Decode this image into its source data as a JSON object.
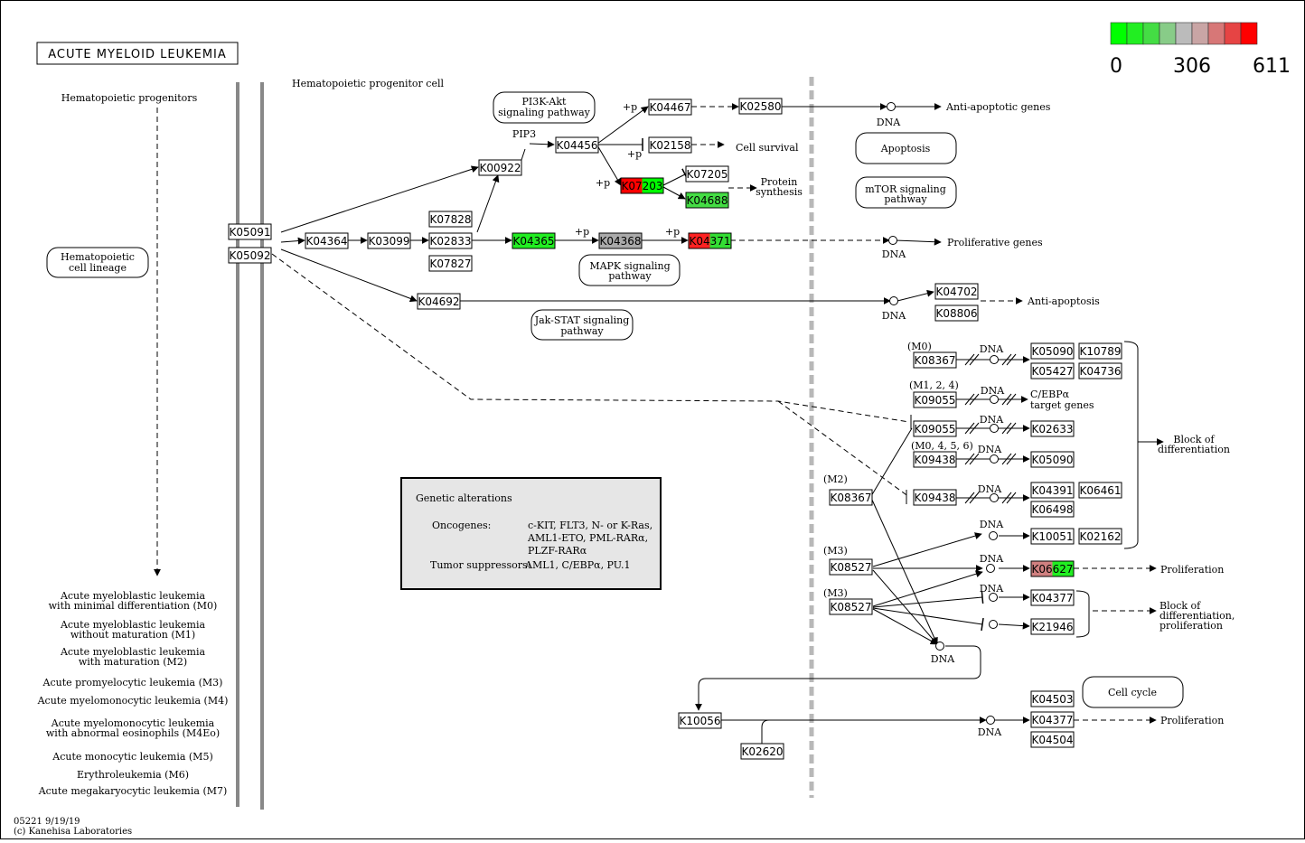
{
  "title": "ACUTE MYELOID LEUKEMIA",
  "legend": {
    "ticks": [
      "0",
      "306",
      "611"
    ],
    "colors": [
      "#00ff00",
      "#22ee22",
      "#44dd44",
      "#88cc88",
      "#bbbbbb",
      "#c9a5a5",
      "#d77777",
      "#e64444",
      "#ff0000"
    ]
  },
  "footer": {
    "code": "05221 9/19/19",
    "copyright": "(c) Kanehisa Laboratories"
  },
  "labels": {
    "hemato_progenitors": "Hematopoietic progenitors",
    "hemato_progenitor_cell": "Hematopoietic progenitor cell",
    "pip3": "PIP3",
    "p1": "+p",
    "p2": "+p",
    "p3": "+p",
    "p4": "+p",
    "p5": "+p",
    "cell_survival": "Cell survival",
    "protein_synthesis_1": "Protein",
    "protein_synthesis_2": "synthesis",
    "anti_apoptotic": "Anti-apoptotic genes",
    "proliferative": "Proliferative genes",
    "anti_apoptosis": "Anti-apoptosis",
    "dna1": "DNA",
    "dna2": "DNA",
    "dna3": "DNA",
    "dna4": "DNA",
    "dna5": "DNA",
    "dna6": "DNA",
    "dna7": "DNA",
    "dna8": "DNA",
    "dna9": "DNA",
    "dna10": "DNA",
    "dna11": "DNA",
    "dna12": "DNA",
    "dna13": "DNA",
    "m0": "(M0)",
    "m12_4": "(M1, 2, 4)",
    "m0456": "(M0, 4, 5, 6)",
    "m2": "(M2)",
    "m3a": "(M3)",
    "m3b": "(M3)",
    "cebpa_1": "C/EBPα",
    "cebpa_2": "target genes",
    "block_diff_1": "Block of",
    "block_diff_2": "differentiation",
    "block_diff_prolif_1": "Block of",
    "block_diff_prolif_2": "differentiation,",
    "block_diff_prolif_3": "proliferation",
    "proliferation1": "Proliferation",
    "proliferation2": "Proliferation"
  },
  "pathways": {
    "pi3k_1": "PI3K-Akt",
    "pi3k_2": "signaling pathway",
    "apoptosis": "Apoptosis",
    "mtor_1": "mTOR signaling",
    "mtor_2": "pathway",
    "mapk_1": "MAPK signaling",
    "mapk_2": "pathway",
    "jakstat_1": "Jak-STAT signaling",
    "jakstat_2": "pathway",
    "hemato_lineage_1": "Hematopoietic",
    "hemato_lineage_2": "cell lineage",
    "cell_cycle": "Cell cycle"
  },
  "genes": {
    "K05091": "K05091",
    "K05092": "K05092",
    "K04364": "K04364",
    "K03099": "K03099",
    "K02833": "K02833",
    "K07828": "K07828",
    "K07827": "K07827",
    "K00922": "K00922",
    "K04456": "K04456",
    "K04467": "K04467",
    "K02580": "K02580",
    "K02158": "K02158",
    "K07203": "K07203",
    "K07205": "K07205",
    "K04688": "K04688",
    "K04365": "K04365",
    "K04368": "K04368",
    "K04371": "K04371",
    "K04692": "K04692",
    "K04702": "K04702",
    "K08806": "K08806",
    "K08367a": "K08367",
    "K05090a": "K05090",
    "K10789": "K10789",
    "K05427": "K05427",
    "K04736": "K04736",
    "K09055a": "K09055",
    "K09055b": "K09055",
    "K02633": "K02633",
    "K09438a": "K09438",
    "K05090b": "K05090",
    "K08367b": "K08367",
    "K09438b": "K09438",
    "K04391": "K04391",
    "K06461": "K06461",
    "K06498": "K06498",
    "K10051": "K10051",
    "K02162": "K02162",
    "K08527a": "K08527",
    "K06627": "K06627",
    "K08527b": "K08527",
    "K04377a": "K04377",
    "K21946": "K21946",
    "K10056": "K10056",
    "K02620": "K02620",
    "K04503": "K04503",
    "K04377b": "K04377",
    "K04504": "K04504"
  },
  "alterations": {
    "heading": "Genetic alterations",
    "oncogenes_label": "Oncogenes:",
    "oncogenes_1": "c-KIT, FLT3, N- or K-Ras,",
    "oncogenes_2": "AML1-ETO, PML-RARα,",
    "oncogenes_3": "PLZF-RARα",
    "suppressors_label": "Tumor suppressors:",
    "suppressors": "AML1, C/EBPα, PU.1"
  },
  "subtypes": [
    "Acute myeloblastic leukemia",
    "with minimal differentiation (M0)",
    "Acute myeloblastic leukemia",
    "without maturation (M1)",
    "Acute myeloblastic leukemia",
    "with maturation (M2)",
    "Acute promyelocytic leukemia (M3)",
    "Acute myelomonocytic leukemia (M4)",
    "Acute myelomonocytic leukemia",
    "with abnormal eosinophils (M4Eo)",
    "Acute monocytic leukemia (M5)",
    "Erythroleukemia (M6)",
    "Acute megakaryocytic leukemia (M7)"
  ]
}
